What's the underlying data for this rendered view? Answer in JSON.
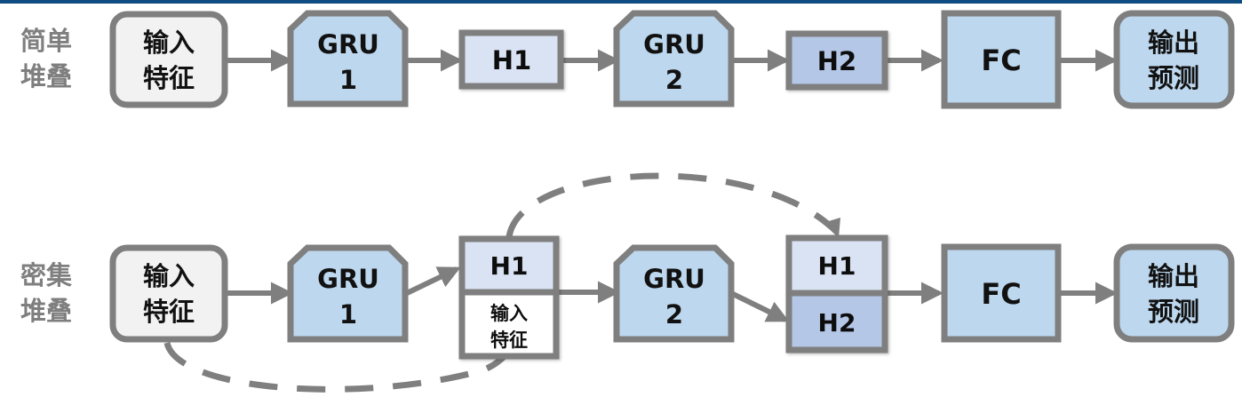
{
  "colors": {
    "border": "#7f7f7f",
    "arrow": "#7f7f7f",
    "input_fill": "#f2f2f2",
    "gru_fill": "#bdd7ee",
    "h1_fill": "#dae3f3",
    "h2_fill": "#b4c7e7",
    "fc_fill": "#bdd7ee",
    "output_fill": "#bdd7ee",
    "concat_input_fill": "#ffffff",
    "topbar": "#0f4c81"
  },
  "rows": [
    {
      "id": "simple",
      "label_line1": "简单",
      "label_line2": "堆叠",
      "nodes": {
        "input": {
          "line1": "输入",
          "line2": "特征"
        },
        "gru1": {
          "line1": "GRU",
          "line2": "1"
        },
        "h1": {
          "label": "H1"
        },
        "gru2": {
          "line1": "GRU",
          "line2": "2"
        },
        "h2": {
          "label": "H2"
        },
        "fc": {
          "label": "FC"
        },
        "output": {
          "line1": "输出",
          "line2": "预测"
        }
      }
    },
    {
      "id": "dense",
      "label_line1": "密集",
      "label_line2": "堆叠",
      "nodes": {
        "input": {
          "line1": "输入",
          "line2": "特征"
        },
        "gru1": {
          "line1": "GRU",
          "line2": "1"
        },
        "concat1_top": {
          "label": "H1"
        },
        "concat1_bottom": {
          "line1": "输入",
          "line2": "特征"
        },
        "gru2": {
          "line1": "GRU",
          "line2": "2"
        },
        "concat2_top": {
          "label": "H1"
        },
        "concat2_bottom": {
          "label": "H2"
        },
        "fc": {
          "label": "FC"
        },
        "output": {
          "line1": "输出",
          "line2": "预测"
        }
      }
    }
  ]
}
